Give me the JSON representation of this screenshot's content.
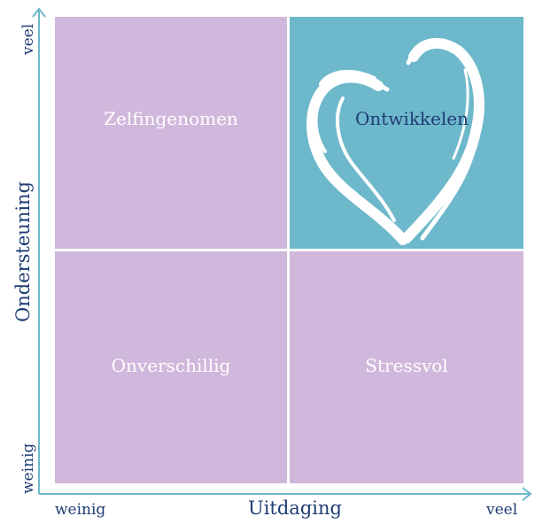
{
  "quadrants": {
    "top_left": {
      "label": "Zelfingenomen",
      "color": "#d0b8dc"
    },
    "top_right": {
      "label": "Ontwikkelen",
      "color": "#6db8cb"
    },
    "bottom_left": {
      "label": "Onverschillig",
      "color": "#d0b8dc"
    },
    "bottom_right": {
      "label": "Stressvol",
      "color": "#d0b8dc"
    }
  },
  "x_axis": {
    "title": "Uitdaging",
    "low": "weinig",
    "high": "veel"
  },
  "y_axis": {
    "title": "Ondersteuning",
    "low": "weinig",
    "high": "veel"
  },
  "colors": {
    "axis": "#6db8cb",
    "text": "#1f3c74",
    "heart": "#ffffff"
  },
  "icons": {
    "heart": "heart-brushstroke-icon"
  }
}
